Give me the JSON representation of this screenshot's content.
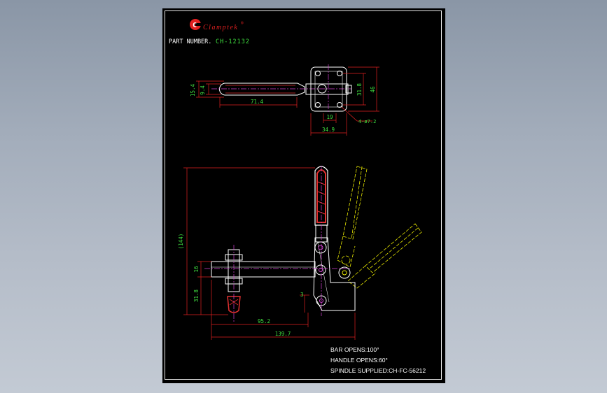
{
  "brand": {
    "logo_letter": "C",
    "name": "Clamptek",
    "mark": "®",
    "color": "#e32020"
  },
  "part": {
    "label": "PART NUMBER.",
    "number": "CH-12132"
  },
  "top_view": {
    "dims": [
      "15.4",
      "9.4",
      "71.4",
      "19",
      "34.9",
      "31.8",
      "46",
      "4-ø7.2"
    ]
  },
  "side_view": {
    "dims": [
      "(144)",
      "16",
      "31.8",
      "3",
      "95.2",
      "139.7"
    ]
  },
  "notes": [
    "BAR OPENS:100°",
    "HANDLE OPENS:60°",
    "SPINDLE SUPPLIED:CH-FC-56212"
  ],
  "colors": {
    "outline": "#ffffff",
    "handle": "#e03030",
    "center": "#d040d0",
    "phantom": "#e8e800",
    "dim": "#e02020",
    "dimtext": "#40e040",
    "notes": "#ffffff"
  }
}
